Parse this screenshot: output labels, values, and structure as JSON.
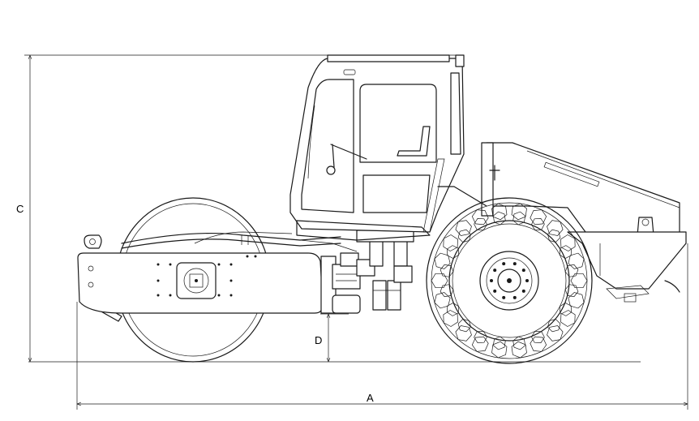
{
  "diagram": {
    "dimension_labels": {
      "length": "A",
      "height": "C",
      "ground_clearance": "D"
    }
  }
}
